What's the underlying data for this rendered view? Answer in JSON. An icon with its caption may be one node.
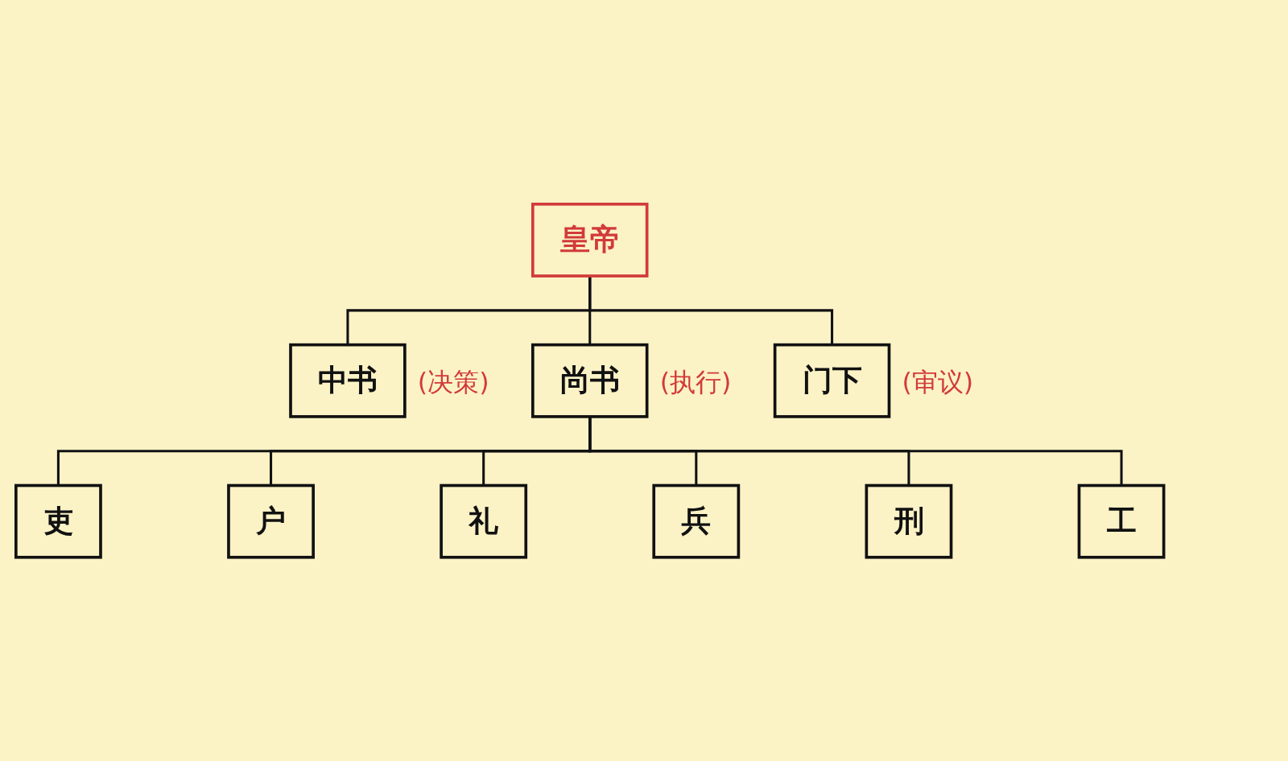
{
  "diagram": {
    "nodes": [
      {
        "text": [
          "皇帝"
        ]
      },
      {
        "text": [
          "中书"
        ],
        "beside": [
          "(决策)"
        ]
      },
      {
        "text": [
          "尚书"
        ],
        "beside": [
          "(执行)"
        ]
      },
      {
        "text": [
          "门下"
        ],
        "beside": [
          "(审议)"
        ]
      },
      {
        "text": [
          "吏"
        ]
      },
      {
        "text": [
          "户"
        ]
      },
      {
        "text": [
          "礼"
        ]
      },
      {
        "text": [
          "兵"
        ]
      },
      {
        "text": [
          "刑"
        ]
      },
      {
        "text": [
          "工"
        ]
      }
    ],
    "edges": [
      {
        "from": 0,
        "to": 1,
        "arrow": "none"
      },
      {
        "from": 0,
        "to": 2,
        "arrow": "none"
      },
      {
        "from": 0,
        "to": 3,
        "arrow": "none"
      },
      {
        "from": 2,
        "to": 4,
        "arrow": "none"
      },
      {
        "from": 2,
        "to": 5,
        "arrow": "none"
      },
      {
        "from": 2,
        "to": 6,
        "arrow": "none"
      },
      {
        "from": 2,
        "to": 7,
        "arrow": "none"
      },
      {
        "from": 2,
        "to": 8,
        "arrow": "none"
      },
      {
        "from": 2,
        "to": 9,
        "arrow": "none"
      }
    ]
  }
}
